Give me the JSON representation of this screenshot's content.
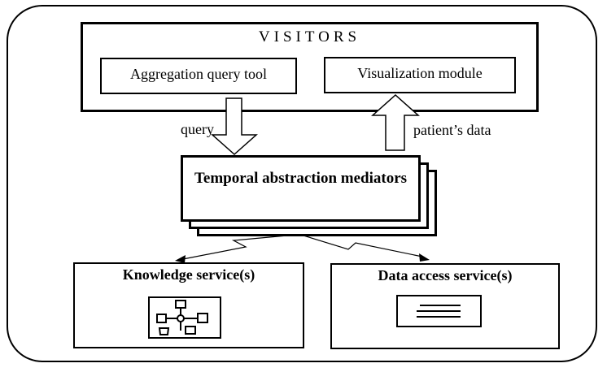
{
  "visitors": {
    "title": "VISITORS",
    "aggregation_tool": "Aggregation query tool",
    "visualization_module": "Visualization module"
  },
  "flows": {
    "query": "query",
    "patient_data": "patient’s data"
  },
  "mediators": {
    "label": "Temporal abstraction mediators"
  },
  "services": {
    "knowledge": "Knowledge service(s)",
    "data_access": "Data access service(s)"
  },
  "icons": {
    "knowledge": "network-diagram-icon",
    "data_access": "document-lines-icon"
  }
}
